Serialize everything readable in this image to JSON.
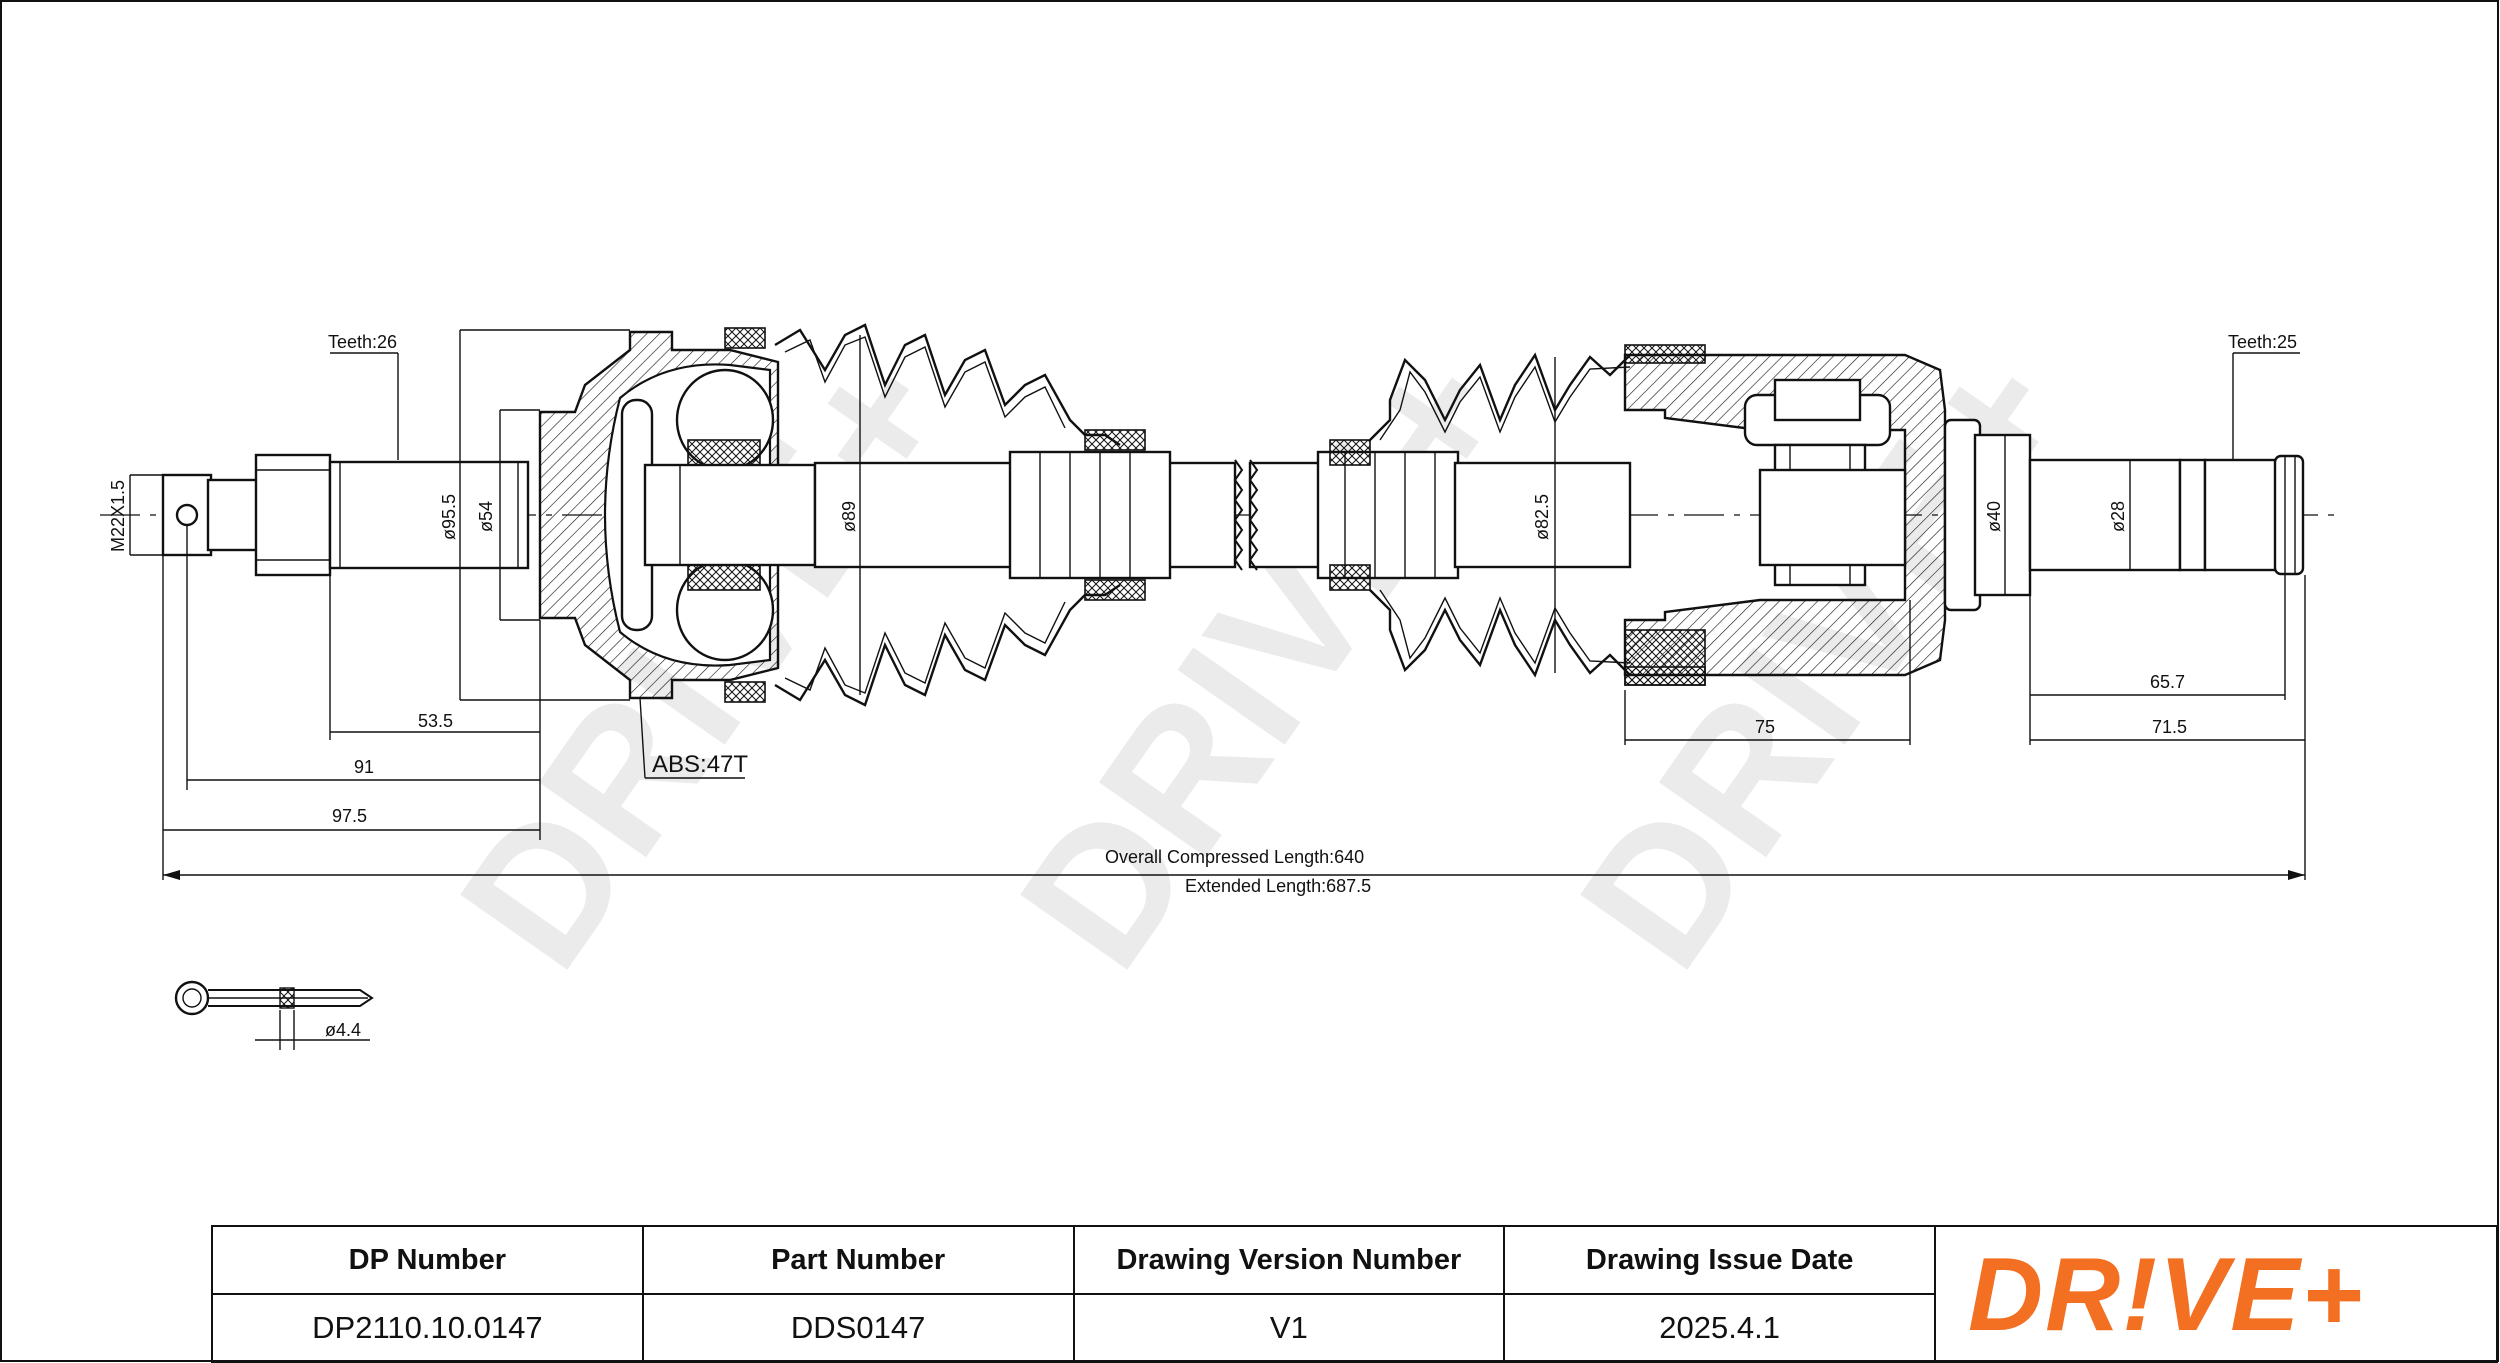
{
  "drawing": {
    "watermark": "DRIVE+",
    "labels": {
      "teeth_left": "Teeth:26",
      "teeth_right": "Teeth:25",
      "thread": "M22X1.5",
      "d_95_5": "ø95.5",
      "d_54": "ø54",
      "d_89": "ø89",
      "d_82_5": "ø82.5",
      "d_40": "ø40",
      "d_28": "ø28",
      "abs": "ABS:47T",
      "dim_53_5": "53.5",
      "dim_91": "91",
      "dim_97_5": "97.5",
      "dim_75": "75",
      "dim_65_7": "65.7",
      "dim_71_5": "71.5",
      "overall": "Overall  Compressed  Length:640",
      "extended": "Extended  Length:687.5",
      "pin_d": "ø4.4"
    }
  },
  "table": {
    "headers": {
      "dp_number": "DP Number",
      "part_number": "Part Number",
      "version": "Drawing Version Number",
      "issue_date": "Drawing Issue Date"
    },
    "values": {
      "dp_number": "DP2110.10.0147",
      "part_number": "DDS0147",
      "version": "V1",
      "issue_date": "2025.4.1"
    },
    "logo": "DR!VE+"
  },
  "colors": {
    "brand": "#f36f21",
    "watermark": "#ebebeb",
    "line": "#111111"
  }
}
